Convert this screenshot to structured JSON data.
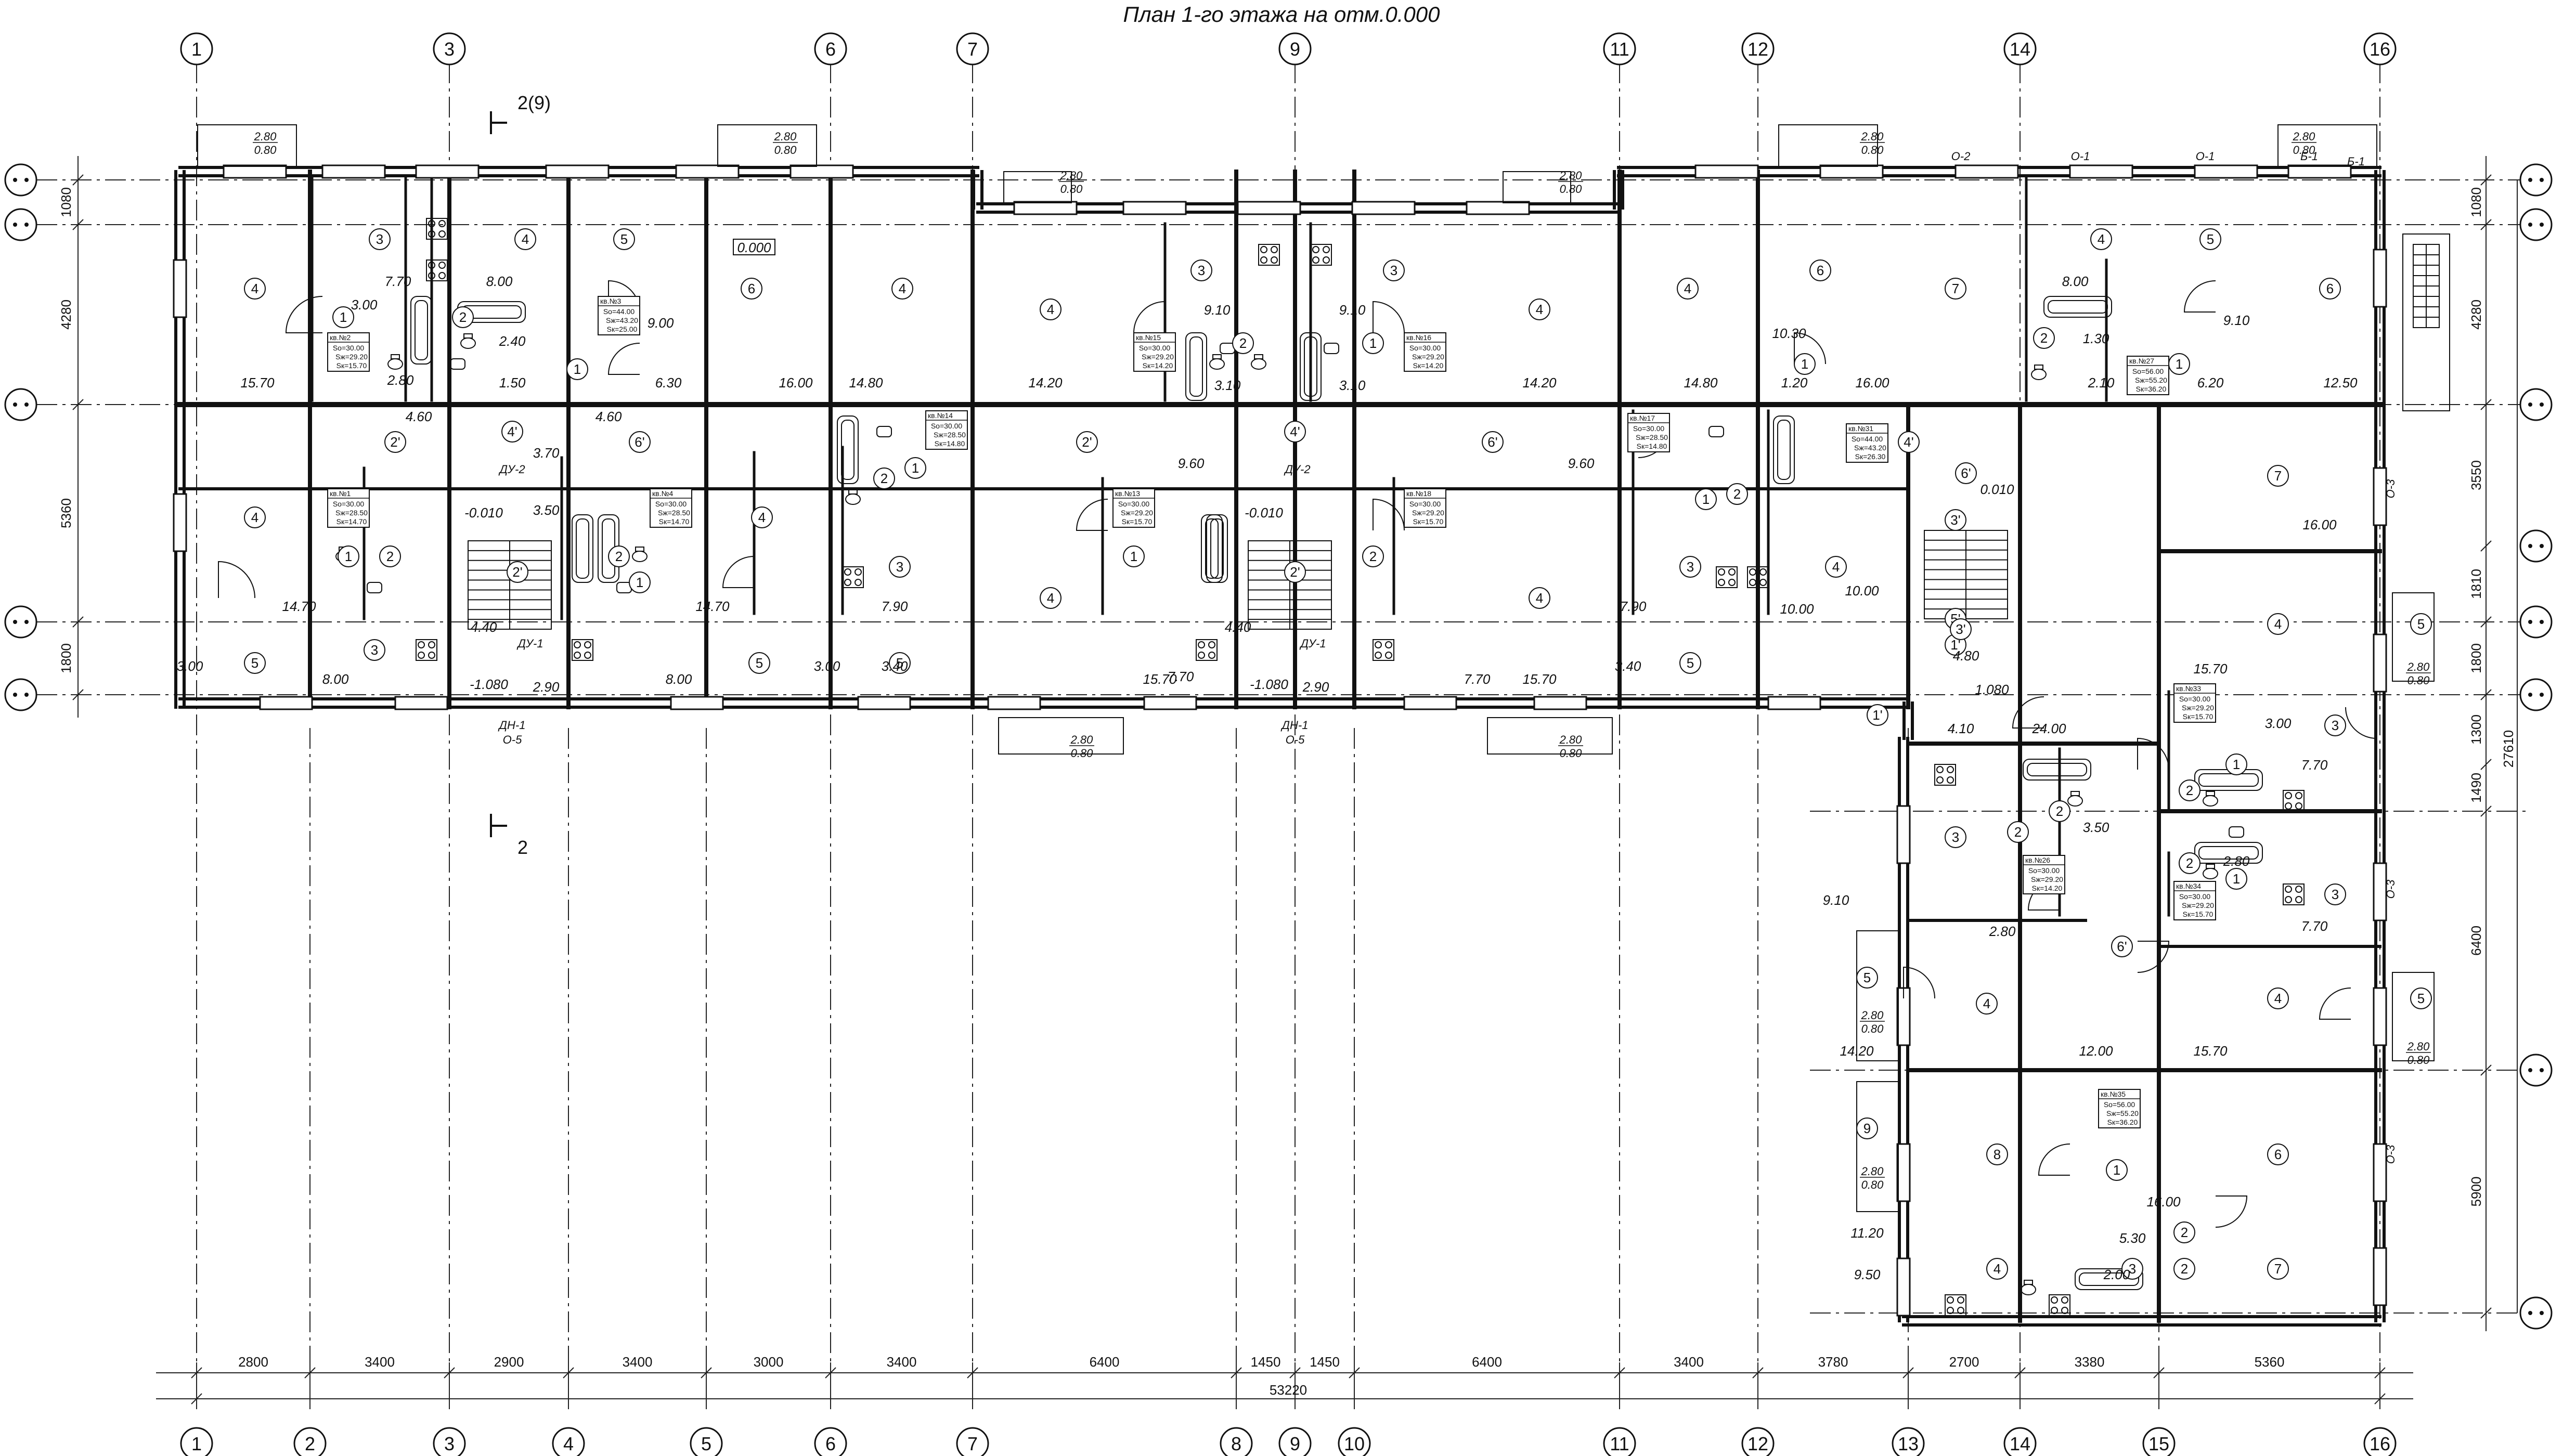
{
  "title": "План 1-го этажа на отм.0.000",
  "axes_top": [
    "1",
    "3",
    "6",
    "7",
    "9",
    "11",
    "12",
    "14",
    "16"
  ],
  "axes_bottom": [
    "1",
    "2",
    "3",
    "4",
    "5",
    "6",
    "7",
    "8",
    "9",
    "10",
    "11",
    "12",
    "13",
    "14",
    "15",
    "16"
  ],
  "dims_bottom": [
    "2800",
    "3400",
    "2900",
    "3400",
    "3000",
    "3400",
    "6400",
    "1450",
    "1450",
    "6400",
    "3400",
    "3780",
    "2700",
    "3380",
    "5360"
  ],
  "dim_total": "53220",
  "dims_left": [
    "1080",
    "4280",
    "5360",
    "1800"
  ],
  "dims_right": [
    "1080",
    "4280",
    "3550",
    "1810",
    "1800",
    "1300",
    "1490",
    "6400",
    "5900"
  ],
  "dim_total_right": "27610",
  "levels": [
    "0.000",
    "-0.010",
    "-1.080",
    "-0.010",
    "-1.080",
    "0.010",
    "1.080"
  ],
  "section_marks": [
    "2(9)",
    "2"
  ],
  "labels": [
    "ДУ-2",
    "ДУ-1",
    "ДН-1",
    "О-5",
    "О-3",
    "О-2",
    "О-1",
    "Б-1"
  ],
  "room_numbers": [
    "1",
    "2",
    "3",
    "4",
    "5",
    "6",
    "7",
    "8",
    "9",
    "1'",
    "2'",
    "3'",
    "4'",
    "5'",
    "6'"
  ],
  "areas": [
    "15.70",
    "7.70",
    "3.00",
    "2.80",
    "8.00",
    "2.40",
    "1.50",
    "9.00",
    "6.30",
    "16.00",
    "14.80",
    "14.20",
    "9.10",
    "3.10",
    "12.50",
    "10.30",
    "1.20",
    "4.60",
    "3.70",
    "3.50",
    "14.70",
    "4.40",
    "2.90",
    "9.60",
    "7.90",
    "10.00",
    "4.80",
    "4.10",
    "24.00",
    "11.20",
    "9.50",
    "5.30",
    "2.00",
    "16.00",
    "15.70",
    "12.00",
    "6.20",
    "2.10",
    "1.30"
  ],
  "balcony": [
    "2.80",
    "0.80"
  ],
  "apartments": [
    {
      "no": "кв.№1",
      "so": "Sо=30.00",
      "sj": "Sж=28.50",
      "sk": "Sк=14.70"
    },
    {
      "no": "кв.№2",
      "so": "Sо=30.00",
      "sj": "Sж=29.20",
      "sk": "Sк=15.70"
    },
    {
      "no": "кв.№3",
      "so": "Sо=44.00",
      "sj": "Sж=43.20",
      "sk": "Sк=25.00"
    },
    {
      "no": "кв.№4",
      "so": "Sо=30.00",
      "sj": "Sж=28.50",
      "sk": "Sк=14.70"
    },
    {
      "no": "кв.№14",
      "so": "Sо=30.00",
      "sj": "Sж=28.50",
      "sk": "Sк=14.80"
    },
    {
      "no": "кв.№15",
      "so": "Sо=30.00",
      "sj": "Sж=29.20",
      "sk": "Sк=14.20"
    },
    {
      "no": "кв.№16",
      "so": "Sо=30.00",
      "sj": "Sж=29.20",
      "sk": "Sк=14.20"
    },
    {
      "no": "кв.№13",
      "so": "Sо=30.00",
      "sj": "Sж=29.20",
      "sk": "Sк=15.70"
    },
    {
      "no": "кв.№18",
      "so": "Sо=30.00",
      "sj": "Sж=29.20",
      "sk": "Sк=15.70"
    },
    {
      "no": "кв.№17",
      "so": "Sо=30.00",
      "sj": "Sж=28.50",
      "sk": "Sк=14.80"
    },
    {
      "no": "кв.№31",
      "so": "Sо=44.00",
      "sj": "Sж=43.20",
      "sk": "Sк=26.30"
    },
    {
      "no": "кв.№27",
      "so": "Sо=56.00",
      "sj": "Sж=55.20",
      "sk": "Sк=36.20"
    },
    {
      "no": "кв.№33",
      "so": "Sо=30.00",
      "sj": "Sж=29.20",
      "sk": "Sк=15.70"
    },
    {
      "no": "кв.№26",
      "so": "Sо=30.00",
      "sj": "Sж=29.20",
      "sk": "Sк=14.20"
    },
    {
      "no": "кв.№34",
      "so": "Sо=30.00",
      "sj": "Sж=29.20",
      "sk": "Sк=15.70"
    },
    {
      "no": "кв.№35",
      "so": "Sо=56.00",
      "sj": "Sж=55.20",
      "sk": "Sк=36.20"
    }
  ]
}
